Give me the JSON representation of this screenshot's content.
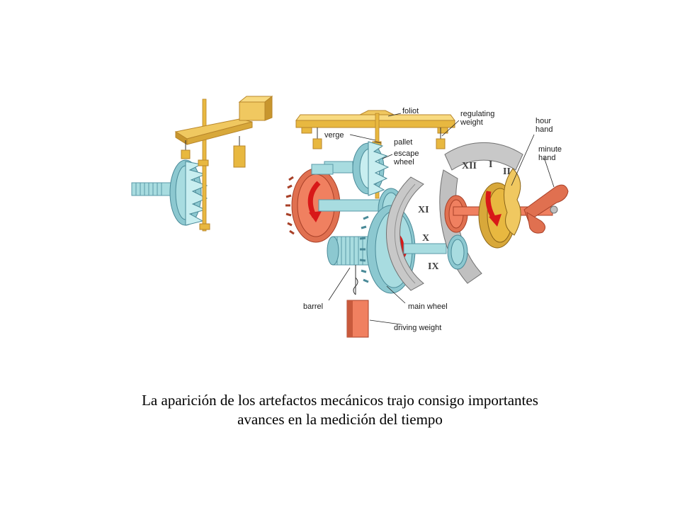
{
  "diagram": {
    "labels": {
      "foliot": "foliot",
      "regulating_1": "regulating",
      "regulating_2": "weight",
      "hour_1": "hour",
      "hour_2": "hand",
      "verge": "verge",
      "pallet": "pallet",
      "escape_1": "escape",
      "escape_2": "wheel",
      "minute_1": "minute",
      "minute_2": "hand",
      "barrel": "barrel",
      "main_wheel": "main wheel",
      "driving_weight": "driving weight"
    },
    "colors": {
      "brass": "#e8b840",
      "brass_dark": "#b8862a",
      "steel_blue": "#a8dce0",
      "steel_blue_dark": "#5a9aa8",
      "salmon": "#f08060",
      "salmon_dark": "#c85a3c",
      "arrow_red": "#d81818",
      "dial_gray": "#b8b8b8"
    },
    "dial_numerals": [
      "XII",
      "I",
      "II",
      "XI",
      "X",
      "IX"
    ]
  },
  "caption": {
    "line1": "La aparición de los artefactos mecánicos trajo consigo importantes",
    "line2": "avances en la medición del tiempo"
  }
}
